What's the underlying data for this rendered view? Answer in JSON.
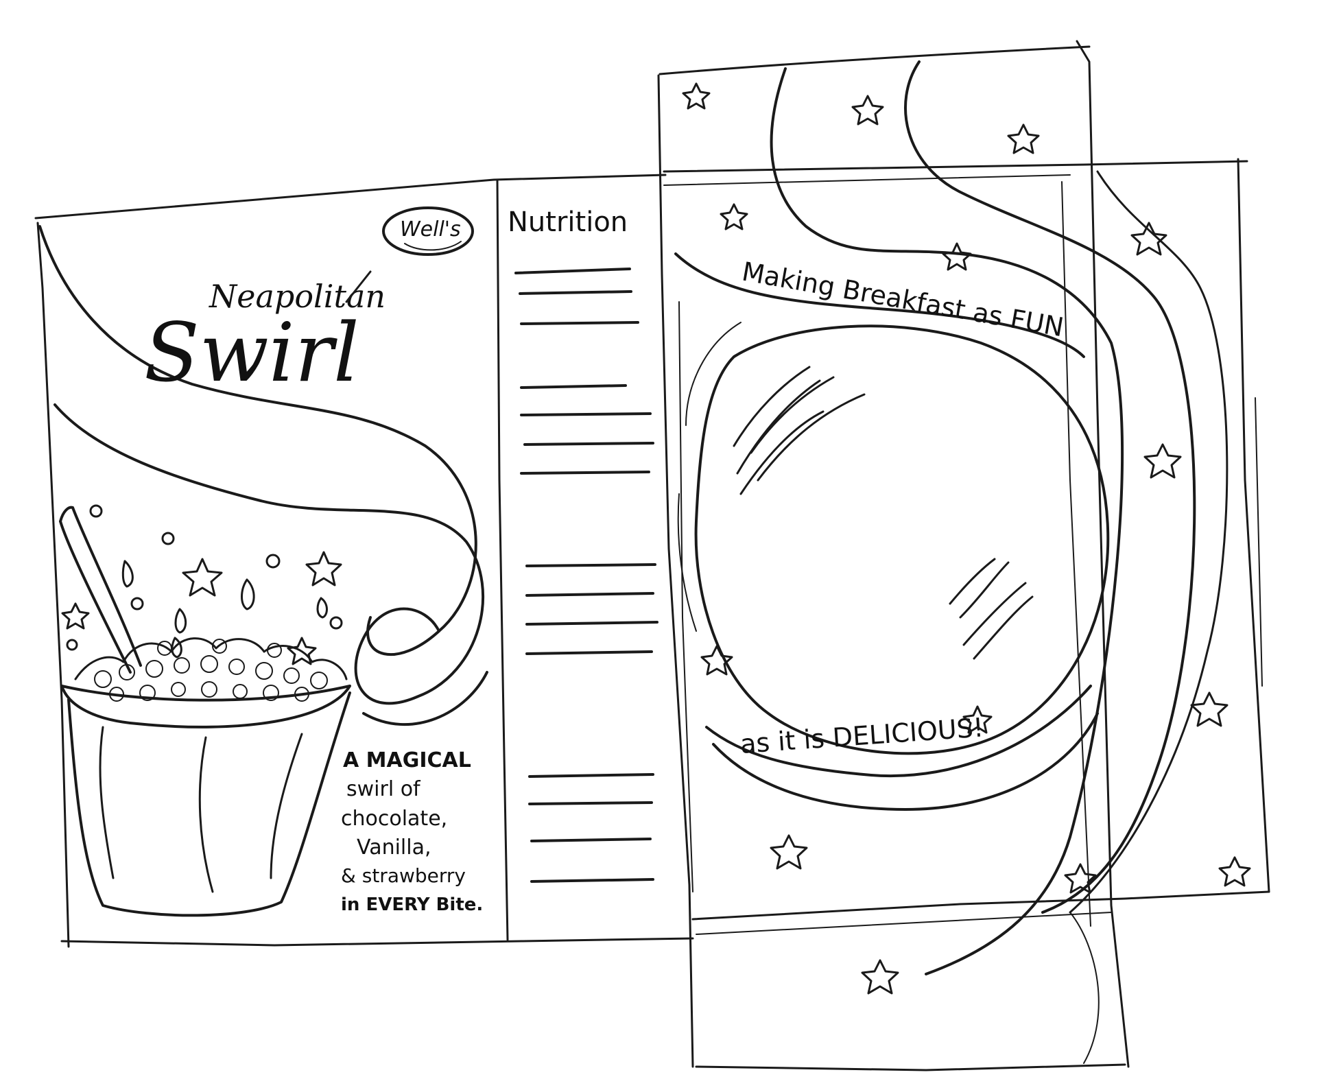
{
  "front_panel": {
    "brand_logo": "Well's",
    "title_small": "Neapolitan",
    "title_large": "Swirl",
    "tagline_lines": [
      "A MAGICAL",
      "swirl of",
      "chocolate,",
      "Vanilla,",
      "& strawberry",
      "in EVERY Bite."
    ]
  },
  "side_panel": {
    "heading": "Nutrition"
  },
  "back_panel": {
    "banner_top": "Making Breakfast as FUN",
    "banner_bottom": "as it is DELICIOUS!"
  },
  "style": {
    "ink_color": "#1a1a1a",
    "paper_color": "#ffffff"
  }
}
